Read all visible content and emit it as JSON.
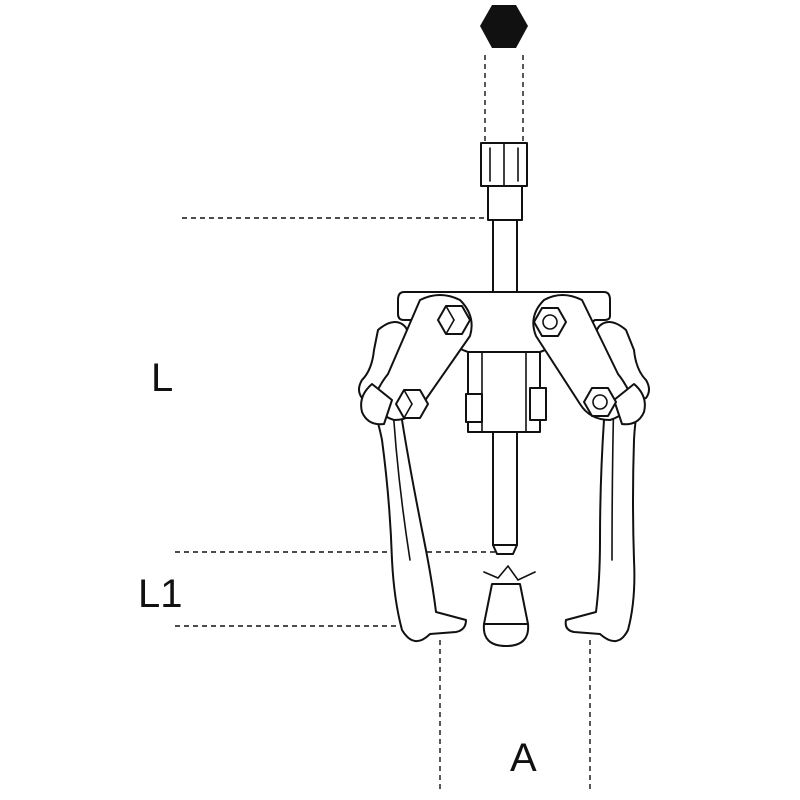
{
  "labels": {
    "length": "L",
    "jaw_depth": "L1",
    "opening": "A"
  },
  "icons": {
    "hex_drive": "hexagon-icon"
  },
  "colors": {
    "line": "#111111",
    "background": "#ffffff"
  }
}
